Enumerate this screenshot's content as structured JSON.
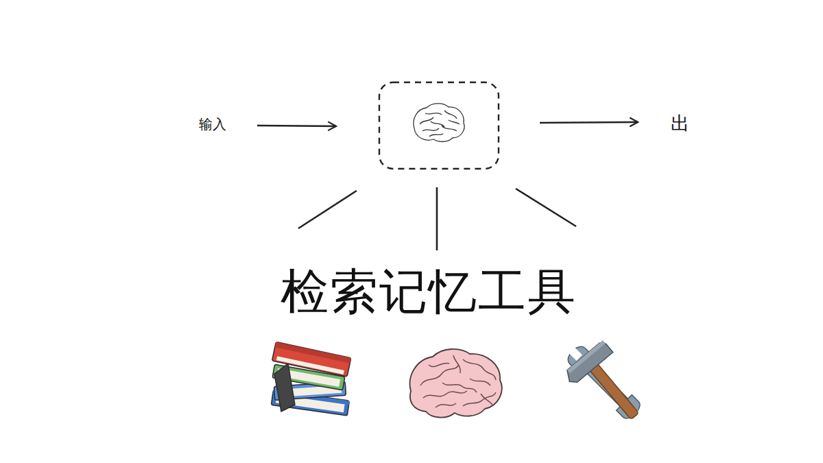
{
  "diagram": {
    "labels": [
      "输入",
      "出",
      "检索记忆工具"
    ]
  }
}
